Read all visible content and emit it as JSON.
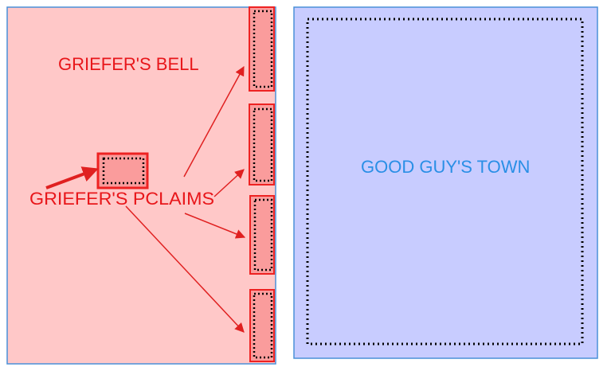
{
  "regions": {
    "griefer_bell": {
      "label": "GRIEFER'S BELL"
    },
    "griefer_pclaims": {
      "label": "GRIEFER'S PCLAIMS"
    },
    "good_town": {
      "label": "GOOD GUY'S TOWN"
    }
  },
  "colors": {
    "griefer_fill": "#ffc8c8",
    "claim_fill": "#fa9c9c",
    "town_fill": "#c8ccff",
    "region_border": "#4a90d8",
    "claim_border": "#ee2222",
    "arrow": "#e02020",
    "griefer_text": "#e8161a",
    "town_text": "#2a8fe6",
    "dotted": "#000000"
  },
  "icons": {
    "arrow": "arrow-icon"
  }
}
